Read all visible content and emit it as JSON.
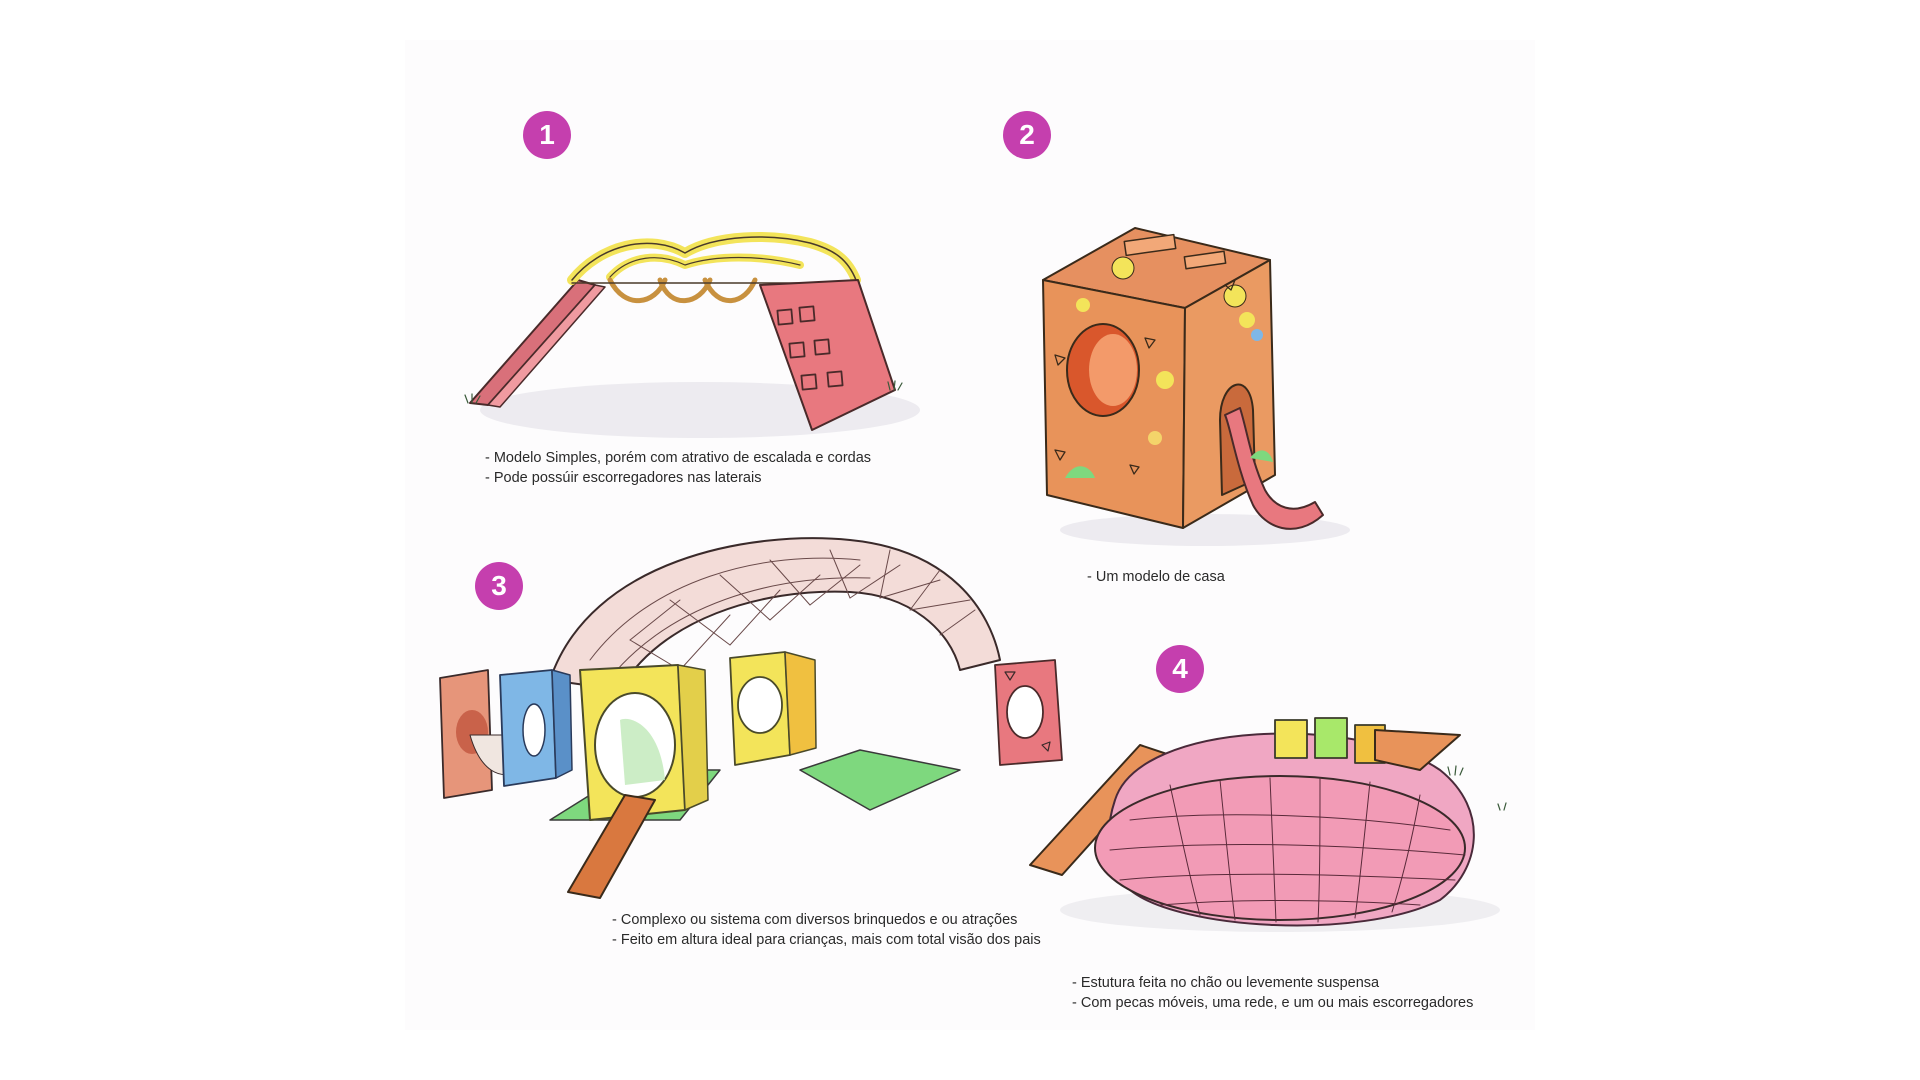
{
  "colors": {
    "badge": "#c53fae",
    "pink": "#e8787f",
    "yellow": "#f3e45a",
    "orange": "#e8935a",
    "blue": "#7fb7e6",
    "green": "#7ed87e",
    "net_pink": "#f0a7c3"
  },
  "concepts": [
    {
      "number": "1",
      "illustration": "climbing-bridge-sketch",
      "notes": [
        "-  Modelo Simples, porém com atrativo de escalada e cordas",
        "- Pode possúir escorregadores nas laterais"
      ]
    },
    {
      "number": "2",
      "illustration": "house-cube-sketch",
      "notes": [
        "- Um modelo de casa"
      ]
    },
    {
      "number": "3",
      "illustration": "tunnel-complex-sketch",
      "notes": [
        "- Complexo ou sistema com diversos brinquedos e ou atrações",
        "- Feito em altura ideal para crianças, mais com total visão dos pais"
      ]
    },
    {
      "number": "4",
      "illustration": "net-dome-sketch",
      "notes": [
        "- Estutura feita no chão ou levemente suspensa",
        "- Com pecas móveis, uma rede, e um ou mais escorregadores"
      ]
    }
  ]
}
